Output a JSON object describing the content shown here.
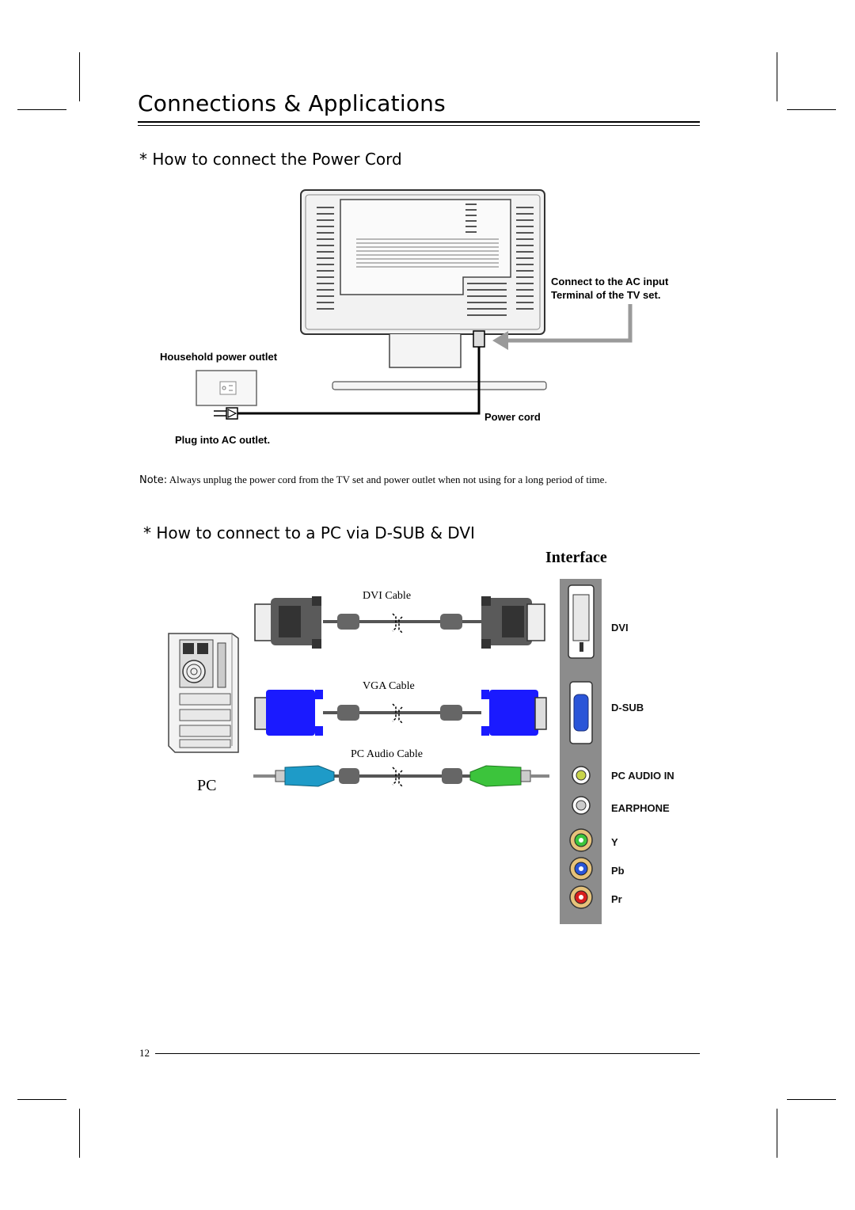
{
  "page": {
    "title": "Connections & Applications",
    "page_number": "12"
  },
  "power_section": {
    "heading": "* How to connect the Power Cord",
    "ac_input_label_line1": "Connect to the AC input",
    "ac_input_label_line2": "Terminal of the TV set.",
    "household_outlet_label": "Household power outlet",
    "power_cord_label": "Power cord",
    "plug_label": "Plug into AC outlet.",
    "note_prefix": "Note:",
    "note_text": "Always unplug the power cord from the TV set and power outlet when not using for a long period of time."
  },
  "pc_section": {
    "heading": "* How to connect to a PC via D-SUB & DVI",
    "interface_label": "Interface",
    "pc_label": "PC",
    "cables": {
      "dvi": "DVI Cable",
      "vga": "VGA Cable",
      "audio": "PC Audio Cable"
    },
    "ports": {
      "dvi": "DVI",
      "dsub": "D-SUB",
      "pc_audio_in": "PC AUDIO IN",
      "earphone": "EARPHONE",
      "y": "Y",
      "pb": "Pb",
      "pr": "Pr"
    },
    "colors": {
      "vga_blue": "#1a1aff",
      "audio_cyan": "#1e9bc8",
      "audio_green": "#3cc43c",
      "panel_gray": "#8c8c8c",
      "arrow_gray": "#9a9a9a"
    }
  }
}
